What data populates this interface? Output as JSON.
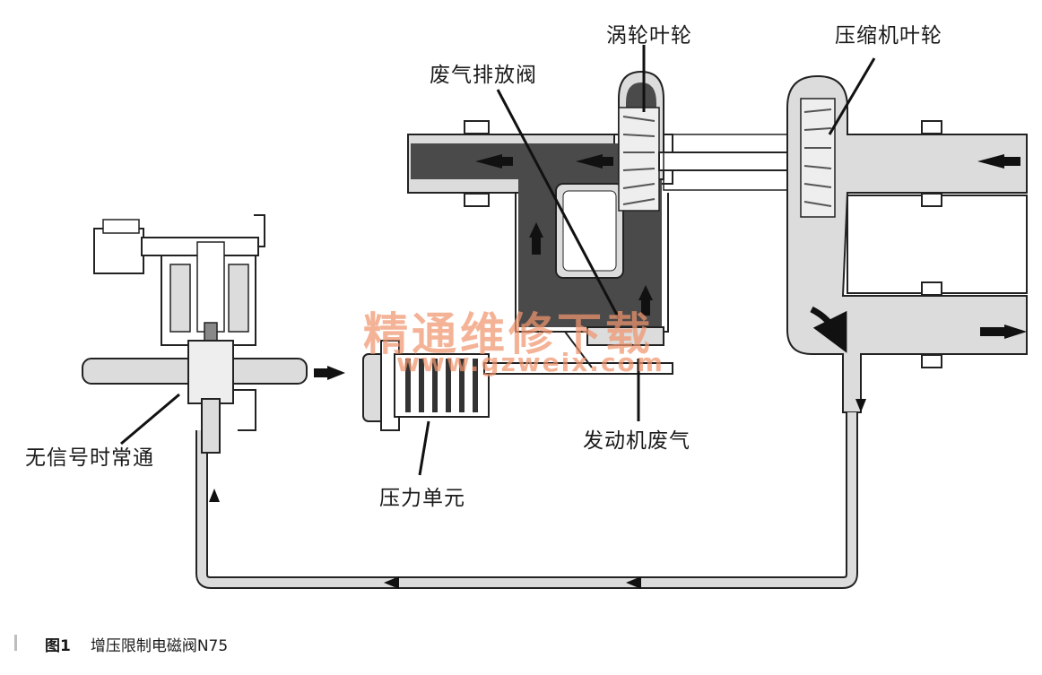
{
  "labels": {
    "turbine_wheel": "涡轮叶轮",
    "compressor_wheel": "压缩机叶轮",
    "wastegate_valve": "废气排放阀",
    "normally_open": "无信号时常通",
    "pressure_unit": "压力单元",
    "engine_exhaust": "发动机废气"
  },
  "watermark": {
    "cn": "精通维修下载",
    "url": "www.gzweix.com"
  },
  "caption": {
    "figure": "图1",
    "title": "增压限制电磁阀N75"
  },
  "colors": {
    "pipe_fill": "#dadada",
    "exhaust_fill": "#4a4a4a",
    "outline": "#222222",
    "watermark": "#f0966e"
  }
}
